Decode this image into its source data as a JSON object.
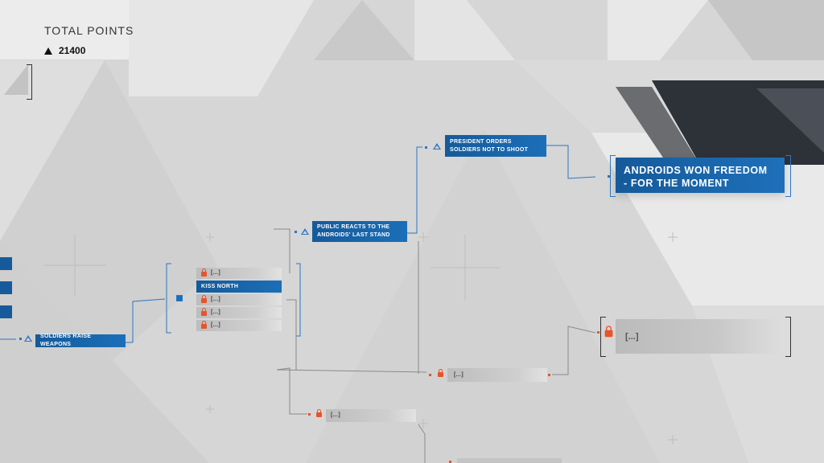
{
  "header": {
    "title": "TOTAL POINTS",
    "points": "21400"
  },
  "nodes": {
    "soldiers_raise": "SOLDIERS RAISE WEAPONS",
    "locked_1": "[...]",
    "kiss_north": "KISS NORTH",
    "locked_2": "[...]",
    "locked_3": "[...]",
    "locked_4": "[...]",
    "public_reacts_1": "PUBLIC REACTS TO THE",
    "public_reacts_2": "ANDROIDS' LAST STAND",
    "president_1": "PRESIDENT ORDERS",
    "president_2": "SOLDIERS NOT TO SHOOT",
    "locked_mid": "[...]",
    "locked_low": "[...]"
  },
  "endings": {
    "won_line1": "ANDROIDS WON FREEDOM",
    "won_line2": "- FOR THE MOMENT",
    "locked": "[...]"
  },
  "colors": {
    "accent": "#1b6fb8",
    "lock": "#e8542a",
    "background": "#d6d6d6"
  }
}
